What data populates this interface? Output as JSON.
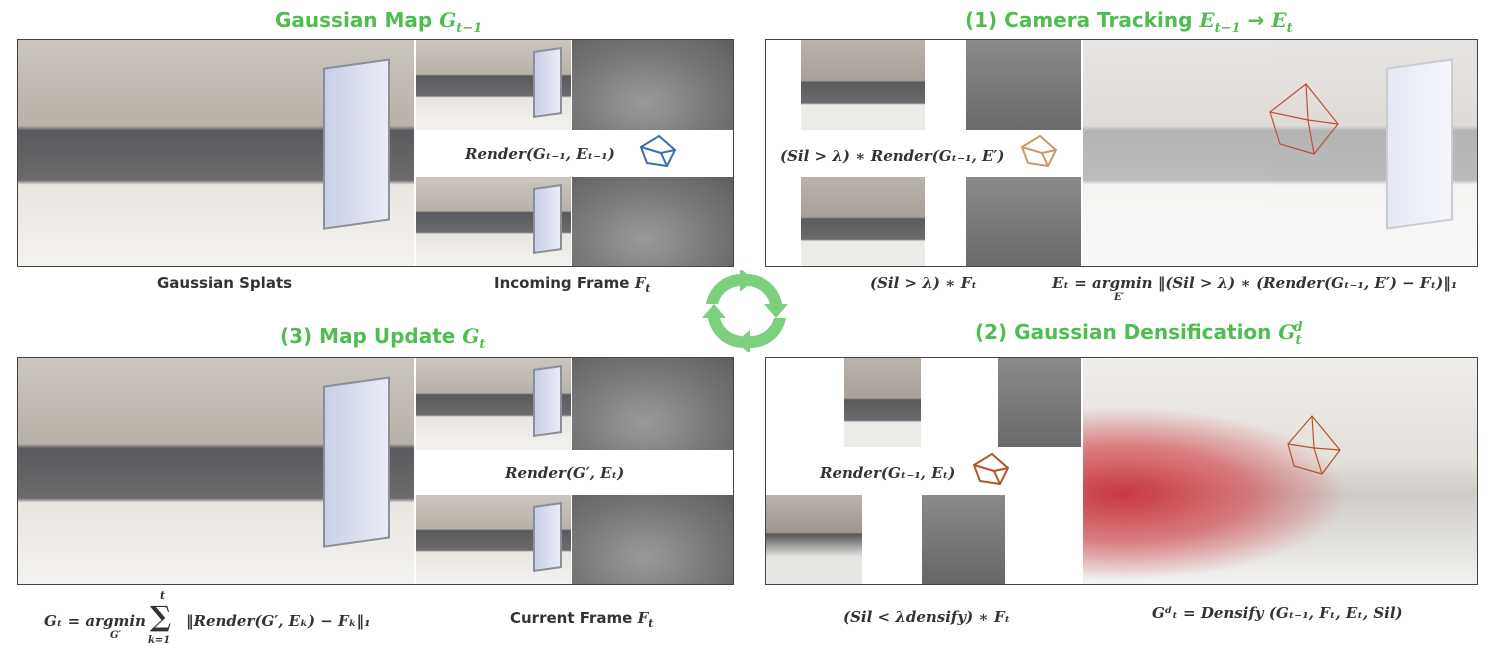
{
  "titles": {
    "gaussian_map": "Gaussian Map",
    "gaussian_map_math": "G",
    "gaussian_map_sub": "t−1",
    "camera_tracking": "(1) Camera Tracking",
    "camera_tracking_math": "E",
    "camera_tracking_sub1": "t−1",
    "camera_tracking_arrow": "→",
    "camera_tracking_sub2": "t",
    "map_update": "(3) Map Update",
    "map_update_math": "G",
    "map_update_sub": "t",
    "densification": "(2) Gaussian Densification",
    "densification_math": "G",
    "densification_sub": "t",
    "densification_sup": "d"
  },
  "captions": {
    "gaussian_splats": "Gaussian Splats",
    "incoming_frame": "Incoming Frame",
    "incoming_frame_math": "F",
    "incoming_frame_sub": "t",
    "current_frame": "Current Frame",
    "current_frame_math": "F",
    "current_frame_sub": "t"
  },
  "formulas": {
    "render_prev": "Render(Gₜ₋₁, Eₜ₋₁)",
    "sil_render": "(Sil > λ) ∗ Render(Gₜ₋₁, E′)",
    "sil_frame": "(Sil > λ) ∗ Fₜ",
    "tracking_eq_lhs": "Eₜ = argmin",
    "tracking_eq_under": "E′",
    "tracking_eq_rhs": "‖(Sil > λ) ∗ (Render(Gₜ₋₁, E′) − Fₜ)‖₁",
    "render_update": "Render(G′, Eₜ)",
    "update_eq_lhs": "Gₜ = argmin",
    "update_eq_under": "G′",
    "update_eq_sum_top": "t",
    "update_eq_sum": "∑",
    "update_eq_sum_bottom": "k=1",
    "update_eq_rhs": "‖Render(G′, Eₖ) − Fₖ‖₁",
    "render_dens": "Render(Gₜ₋₁, Eₜ)",
    "sil_dens": "(Sil < λdensify) ∗ Fₜ",
    "densify_eq": "Gᵈₜ = Densify (Gₜ₋₁, Fₜ, Eₜ, Sil)"
  },
  "colors": {
    "title_green": "#4fbd4f",
    "cycle_green": "#7ccf7c",
    "camera_blue": "#3a6fb0",
    "camera_tan": "#c99b6b",
    "camera_brown": "#b4552a"
  },
  "icons": [
    "camera-frustum-icon",
    "cycle-arrows-icon"
  ]
}
